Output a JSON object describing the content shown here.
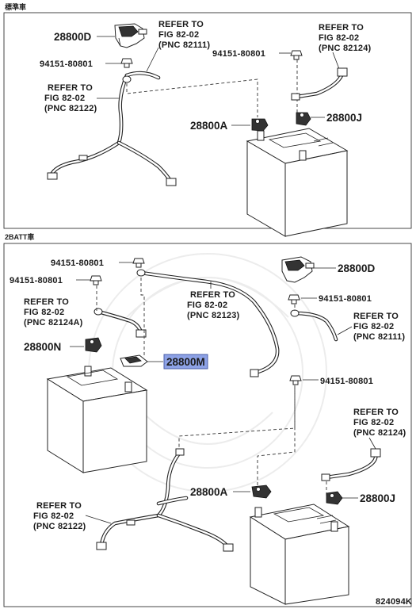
{
  "sections": {
    "top": {
      "title": "標準車"
    },
    "bottom": {
      "title": "2BATT車"
    }
  },
  "labels": {
    "top": {
      "p28800D": "28800D",
      "bolt_left": "94151-80801",
      "bolt_right": "94151-80801",
      "p28800A": "28800A",
      "p28800J": "28800J",
      "ref_82111": [
        "REFER TO",
        "FIG 82-02",
        "(PNC 82111)"
      ],
      "ref_82124": [
        "REFER TO",
        "FIG 82-02",
        "(PNC 82124)"
      ],
      "ref_82122": [
        "REFER TO",
        "FIG 82-02",
        "(PNC 82122)"
      ]
    },
    "bottom": {
      "bolt_a": "94151-80801",
      "bolt_b": "94151-80801",
      "bolt_c": "94151-80801",
      "bolt_d": "94151-80801",
      "p28800D": "28800D",
      "p28800N": "28800N",
      "p28800M": "28800M",
      "p28800A": "28800A",
      "p28800J": "28800J",
      "ref_82124A": [
        "REFER TO",
        "FIG 82-02",
        "(PNC 82124A)"
      ],
      "ref_82123": [
        "REFER TO",
        "FIG 82-02",
        "(PNC 82123)"
      ],
      "ref_82111": [
        "REFER TO",
        "FIG 82-02",
        "(PNC 82111)"
      ],
      "ref_82124": [
        "REFER TO",
        "FIG 82-02",
        "(PNC 82124)"
      ],
      "ref_82122": [
        "REFER TO",
        "FIG 82-02",
        "(PNC 82122)"
      ]
    }
  },
  "figure_id": "824094K",
  "highlight_color": "#8da2e6"
}
